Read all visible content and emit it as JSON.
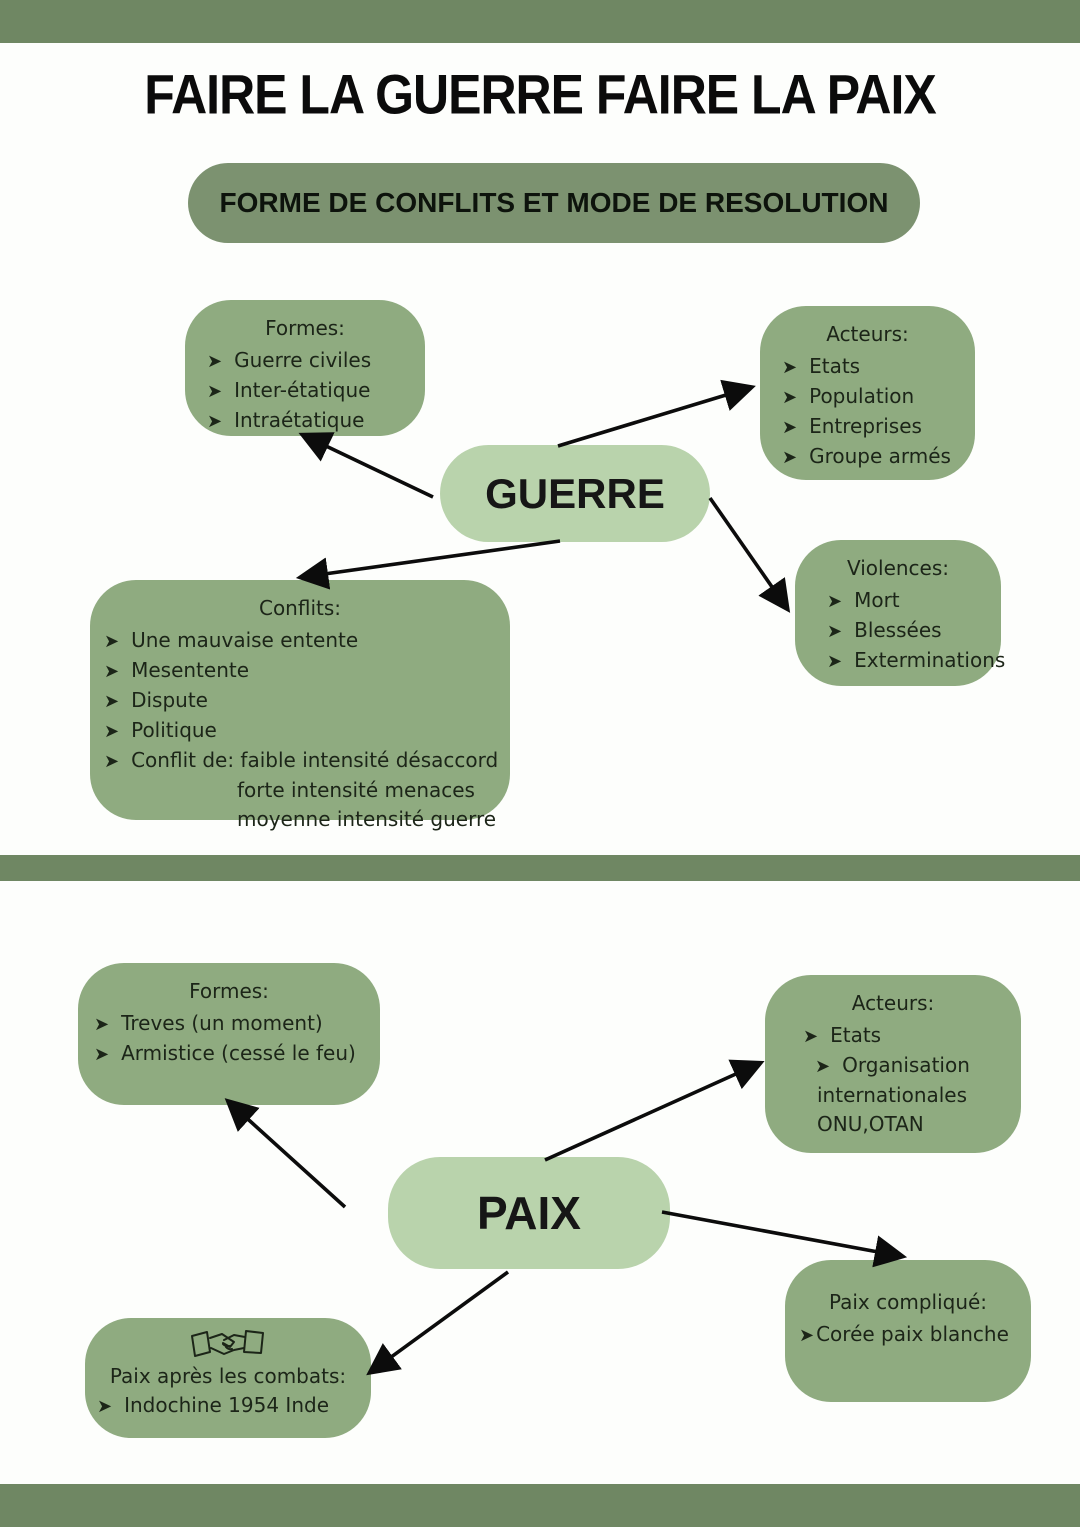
{
  "page": {
    "title": "FAIRE LA GUERRE FAIRE LA PAIX",
    "subtitle": "FORME DE CONFLITS ET MODE DE RESOLUTION"
  },
  "colors": {
    "bar_green": "#6f8763",
    "subtitle_bg": "#7c9270",
    "node_bg": "#8fab80",
    "center_pill_bg": "#b9d3ac",
    "text": "#1c2518"
  },
  "icons": {
    "bullet": "➤",
    "handshake": "handshake-icon"
  },
  "guerre_map": {
    "center_label": "GUERRE",
    "formes": {
      "title": "Formes:",
      "items": [
        "Guerre civiles",
        "Inter-étatique",
        "Intraétatique"
      ]
    },
    "acteurs": {
      "title": "Acteurs:",
      "items": [
        "Etats",
        "Population",
        "Entreprises",
        "Groupe armés"
      ]
    },
    "conflits": {
      "title": "Conflits:",
      "items": [
        "Une mauvaise entente",
        "Mesentente",
        "Dispute",
        "Politique",
        "Conflit de: faible intensité désaccord"
      ],
      "continuations": [
        "forte intensité menaces",
        "moyenne intensité guerre"
      ]
    },
    "violences": {
      "title": "Violences:",
      "items": [
        "Mort",
        "Blessées",
        "Exterminations"
      ]
    }
  },
  "paix_map": {
    "center_label": "PAIX",
    "formes": {
      "title": "Formes:",
      "items": [
        "Treves (un moment)",
        "Armistice (cessé le feu)"
      ]
    },
    "acteurs": {
      "title": "Acteurs:",
      "items": [
        "Etats",
        "Organisation"
      ],
      "continuations": [
        "internationales",
        "ONU,OTAN"
      ]
    },
    "paix_apres": {
      "title": "Paix après les combats:",
      "items": [
        "Indochine 1954 Inde"
      ]
    },
    "paix_complique": {
      "title": "Paix compliqué:",
      "items": [
        "Corée paix blanche"
      ]
    }
  }
}
